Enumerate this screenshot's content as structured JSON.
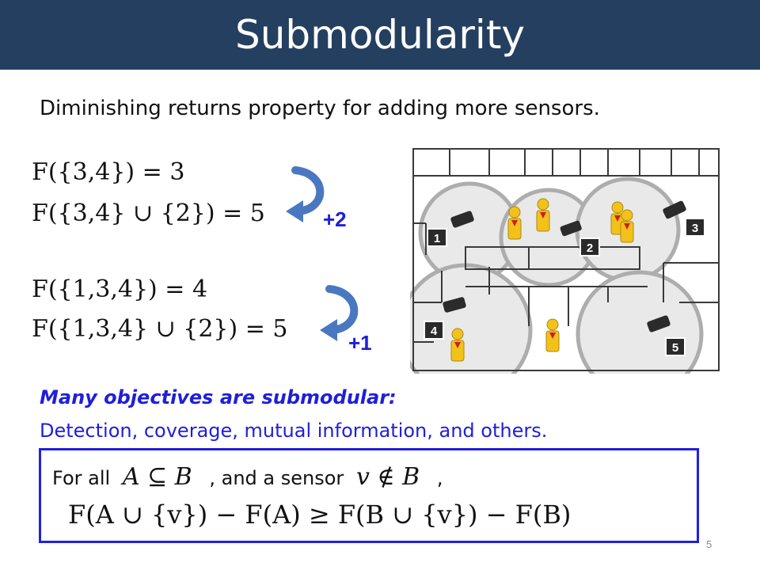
{
  "title": "Submodularity",
  "subtitle": "Diminishing returns property for adding more sensors.",
  "equations": {
    "eq1": "F({3,4}) = 3",
    "eq2": "F({3,4} ∪ {2}) = 5",
    "eq3": "F({1,3,4}) = 4",
    "eq4": "F({1,3,4} ∪ {2}) = 5",
    "gain1": "+2",
    "gain2": "+1"
  },
  "floorplan": {
    "sensor_labels": [
      "1",
      "2",
      "3",
      "4",
      "5"
    ],
    "sensor_label_color": "#2a2a2a",
    "person_color": "#f2c21a"
  },
  "objectives": {
    "heading": "Many objectives are submodular:",
    "list": "Detection, coverage, mutual information, and others."
  },
  "definition": {
    "for_all": "For all",
    "subset": "A ⊆ B",
    "and_sensor": ", and a sensor",
    "not_in": "v ∉ B",
    "comma": ",",
    "inequality": "F(A ∪ {v}) − F(A) ≥ F(B ∪ {v}) − F(B)"
  },
  "page_number": "5",
  "colors": {
    "title_bar": "#243f60",
    "accent_blue": "#1f1fd8",
    "arrow_blue": "#4a78c0"
  }
}
